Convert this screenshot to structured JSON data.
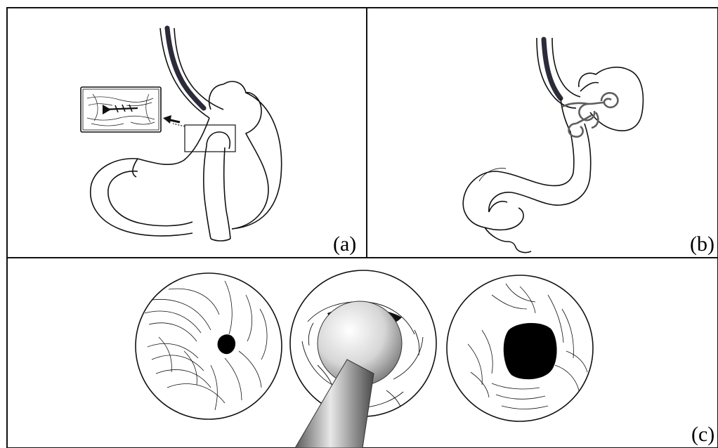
{
  "panels": {
    "a": {
      "label": "(a)"
    },
    "b": {
      "label": "(b)"
    },
    "c": {
      "label": "(c)"
    }
  },
  "colors": {
    "ink": "#111111",
    "endoscope": "#2b2b3a",
    "coil": "#6b6b6b",
    "balloon_light": "#f2f2f2",
    "balloon_dark": "#8a8a8a"
  }
}
